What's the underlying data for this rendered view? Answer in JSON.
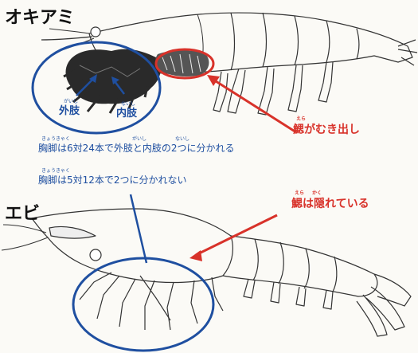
{
  "krill": {
    "title": "オキアミ",
    "outer_limb": "外肢",
    "outer_limb_ruby": "がいし",
    "inner_limb": "内肢",
    "inner_limb_ruby": "ないし",
    "gill_note": "鰓がむき出し",
    "gill_note_ruby": "えら",
    "caption": "胸脚は6対24本で外肢と内肢の2つに分かれる",
    "caption_ruby_1": "きょうきゃく",
    "caption_ruby_2": "がいし",
    "caption_ruby_3": "ないし"
  },
  "shrimp": {
    "title": "エビ",
    "caption": "胸脚は5対12本で2つに分かれない",
    "caption_ruby": "きょうきゃく",
    "gill_note": "鰓は隠れている",
    "gill_note_ruby_1": "えら",
    "gill_note_ruby_2": "かく"
  },
  "colors": {
    "blue": "#1f4fa0",
    "red": "#d8322a",
    "line": "#333333",
    "background": "#fbfaf6"
  }
}
